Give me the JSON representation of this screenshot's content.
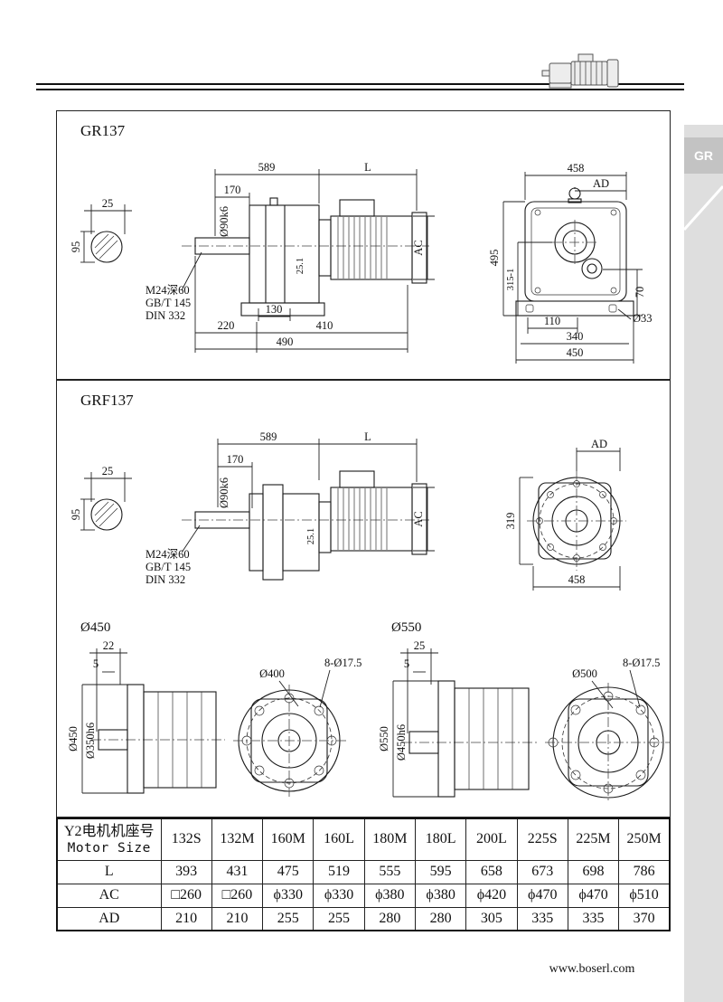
{
  "page": {
    "side_tab": "GR",
    "footer": "www.boserl.com"
  },
  "gr137": {
    "title": "GR137",
    "shaft": {
      "w25": "25",
      "h95": "95"
    },
    "side": {
      "d589": "589",
      "dL": "L",
      "d170": "170",
      "shaft_dia": "Ø90k6",
      "dAC": "AC",
      "d251": "25.1",
      "thread": "M24深60",
      "std1": "GB/T 145",
      "std2": "DIN 332",
      "d130": "130",
      "d220": "220",
      "d410": "410",
      "d490": "490"
    },
    "end": {
      "d458": "458",
      "dAD": "AD",
      "d495": "495",
      "d315": "315-1",
      "d70": "70",
      "d110": "110",
      "dia33": "Ø33",
      "d340": "340",
      "d450": "450"
    }
  },
  "grf137": {
    "title": "GRF137",
    "shaft": {
      "w25": "25",
      "h95": "95"
    },
    "side": {
      "d589": "589",
      "dL": "L",
      "d170": "170",
      "shaft_dia": "Ø90k6",
      "dAC": "AC",
      "d251": "25.1",
      "thread": "M24深60",
      "std1": "GB/T 145",
      "std2": "DIN 332"
    },
    "flange": {
      "dAD": "AD",
      "d319": "319",
      "d458": "458"
    }
  },
  "flange450": {
    "title": "Ø450",
    "d22": "22",
    "d5": "5",
    "dia_outer": "Ø450",
    "dia_spigot": "Ø350h6",
    "dia_bolt": "Ø400",
    "holes": "8-Ø17.5"
  },
  "flange550": {
    "title": "Ø550",
    "d25": "25",
    "d5": "5",
    "dia_outer": "Ø550",
    "dia_spigot": "Ø450h6",
    "dia_bolt": "Ø500",
    "holes": "8-Ø17.5"
  },
  "table": {
    "header_cn": "Y2电机机座号",
    "header_en": "Motor Size",
    "columns": [
      "132S",
      "132M",
      "160M",
      "160L",
      "180M",
      "180L",
      "200L",
      "225S",
      "225M",
      "250M"
    ],
    "rows": [
      {
        "label": "L",
        "values": [
          "393",
          "431",
          "475",
          "519",
          "555",
          "595",
          "658",
          "673",
          "698",
          "786"
        ]
      },
      {
        "label": "AC",
        "values": [
          "□260",
          "□260",
          "ϕ330",
          "ϕ330",
          "ϕ380",
          "ϕ380",
          "ϕ420",
          "ϕ470",
          "ϕ470",
          "ϕ510"
        ]
      },
      {
        "label": "AD",
        "values": [
          "210",
          "210",
          "255",
          "255",
          "280",
          "280",
          "305",
          "335",
          "335",
          "370"
        ]
      }
    ]
  }
}
